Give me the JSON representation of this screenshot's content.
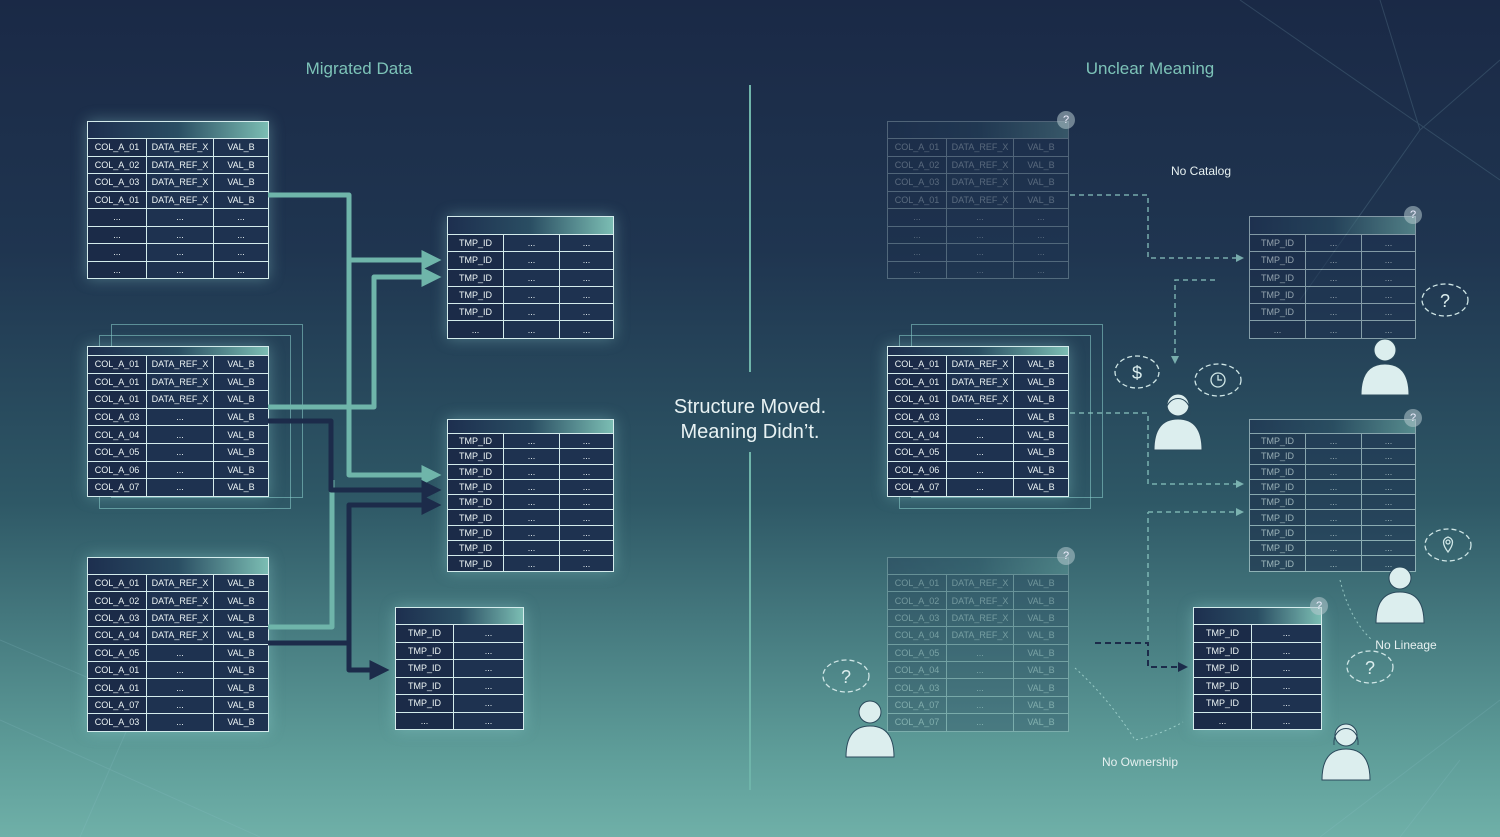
{
  "headings": {
    "left": "Migrated Data",
    "right": "Unclear Meaning"
  },
  "center": {
    "line1": "Structure Moved.",
    "line2": "Meaning Didn’t."
  },
  "notes": {
    "catalog": "No Catalog",
    "lineage": "No Lineage",
    "ownership": "No Ownership"
  },
  "question_mark": "?",
  "colors": {
    "teal_flow": "#6fb5aa",
    "dark_flow": "#1c2b4a",
    "accent_text": "#7dc3b8"
  },
  "tables": [
    {
      "id": "src1",
      "rows": [
        [
          "COL_A_01",
          "DATA_REF_X",
          "VAL_B"
        ],
        [
          "COL_A_02",
          "DATA_REF_X",
          "VAL_B"
        ],
        [
          "COL_A_03",
          "DATA_REF_X",
          "VAL_B"
        ],
        [
          "COL_A_01",
          "DATA_REF_X",
          "VAL_B"
        ],
        [
          "...",
          "...",
          "..."
        ],
        [
          "...",
          "...",
          "..."
        ],
        [
          "...",
          "...",
          "..."
        ],
        [
          "...",
          "...",
          "..."
        ]
      ]
    },
    {
      "id": "src2",
      "rows": [
        [
          "COL_A_01",
          "DATA_REF_X",
          "VAL_B"
        ],
        [
          "COL_A_01",
          "DATA_REF_X",
          "VAL_B"
        ],
        [
          "COL_A_01",
          "DATA_REF_X",
          "VAL_B"
        ],
        [
          "COL_A_03",
          "...",
          "VAL_B"
        ],
        [
          "COL_A_04",
          "...",
          "VAL_B"
        ],
        [
          "COL_A_05",
          "...",
          "VAL_B"
        ],
        [
          "COL_A_06",
          "...",
          "VAL_B"
        ],
        [
          "COL_A_07",
          "...",
          "VAL_B"
        ]
      ]
    },
    {
      "id": "src3",
      "rows": [
        [
          "COL_A_01",
          "DATA_REF_X",
          "VAL_B"
        ],
        [
          "COL_A_02",
          "DATA_REF_X",
          "VAL_B"
        ],
        [
          "COL_A_03",
          "DATA_REF_X",
          "VAL_B"
        ],
        [
          "COL_A_04",
          "DATA_REF_X",
          "VAL_B"
        ],
        [
          "COL_A_05",
          "...",
          "VAL_B"
        ],
        [
          "COL_A_01",
          "...",
          "VAL_B"
        ],
        [
          "COL_A_01",
          "...",
          "VAL_B"
        ],
        [
          "COL_A_07",
          "...",
          "VAL_B"
        ],
        [
          "COL_A_03",
          "...",
          "VAL_B"
        ]
      ]
    },
    {
      "id": "dst1",
      "rows": [
        [
          "TMP_ID",
          "...",
          "..."
        ],
        [
          "TMP_ID",
          "...",
          "..."
        ],
        [
          "TMP_ID",
          "...",
          "..."
        ],
        [
          "TMP_ID",
          "...",
          "..."
        ],
        [
          "TMP_ID",
          "...",
          "..."
        ],
        [
          "...",
          "...",
          "..."
        ]
      ]
    },
    {
      "id": "dst2",
      "rows": [
        [
          "TMP_ID",
          "...",
          "..."
        ],
        [
          "TMP_ID",
          "...",
          "..."
        ],
        [
          "TMP_ID",
          "...",
          "..."
        ],
        [
          "TMP_ID",
          "...",
          "..."
        ],
        [
          "TMP_ID",
          "...",
          "..."
        ],
        [
          "TMP_ID",
          "...",
          "..."
        ],
        [
          "TMP_ID",
          "...",
          "..."
        ],
        [
          "TMP_ID",
          "...",
          "..."
        ],
        [
          "TMP_ID",
          "...",
          "..."
        ]
      ]
    },
    {
      "id": "dst3",
      "rows": [
        [
          "TMP_ID",
          "..."
        ],
        [
          "TMP_ID",
          "..."
        ],
        [
          "TMP_ID",
          "..."
        ],
        [
          "TMP_ID",
          "..."
        ],
        [
          "TMP_ID",
          "..."
        ],
        [
          "...",
          "..."
        ]
      ]
    },
    {
      "id": "r_src1",
      "rows": [
        [
          "COL_A_01",
          "DATA_REF_X",
          "VAL_B"
        ],
        [
          "COL_A_02",
          "DATA_REF_X",
          "VAL_B"
        ],
        [
          "COL_A_03",
          "DATA_REF_X",
          "VAL_B"
        ],
        [
          "COL_A_01",
          "DATA_REF_X",
          "VAL_B"
        ],
        [
          "...",
          "...",
          "..."
        ],
        [
          "...",
          "...",
          "..."
        ],
        [
          "...",
          "...",
          "..."
        ],
        [
          "...",
          "...",
          "..."
        ]
      ]
    },
    {
      "id": "r_src2",
      "rows": [
        [
          "COL_A_01",
          "DATA_REF_X",
          "VAL_B"
        ],
        [
          "COL_A_01",
          "DATA_REF_X",
          "VAL_B"
        ],
        [
          "COL_A_01",
          "DATA_REF_X",
          "VAL_B"
        ],
        [
          "COL_A_03",
          "...",
          "VAL_B"
        ],
        [
          "COL_A_04",
          "...",
          "VAL_B"
        ],
        [
          "COL_A_05",
          "...",
          "VAL_B"
        ],
        [
          "COL_A_06",
          "...",
          "VAL_B"
        ],
        [
          "COL_A_07",
          "...",
          "VAL_B"
        ]
      ]
    },
    {
      "id": "r_src3",
      "rows": [
        [
          "COL_A_01",
          "DATA_REF_X",
          "VAL_B"
        ],
        [
          "COL_A_02",
          "DATA_REF_X",
          "VAL_B"
        ],
        [
          "COL_A_03",
          "DATA_REF_X",
          "VAL_B"
        ],
        [
          "COL_A_04",
          "DATA_REF_X",
          "VAL_B"
        ],
        [
          "COL_A_05",
          "...",
          "VAL_B"
        ],
        [
          "COL_A_04",
          "...",
          "VAL_B"
        ],
        [
          "COL_A_03",
          "...",
          "VAL_B"
        ],
        [
          "COL_A_07",
          "...",
          "VAL_B"
        ],
        [
          "COL_A_07",
          "...",
          "VAL_B"
        ]
      ]
    },
    {
      "id": "r_dst1",
      "rows": [
        [
          "TMP_ID",
          "...",
          "..."
        ],
        [
          "TMP_ID",
          "...",
          "..."
        ],
        [
          "TMP_ID",
          "...",
          "..."
        ],
        [
          "TMP_ID",
          "...",
          "..."
        ],
        [
          "TMP_ID",
          "...",
          "..."
        ],
        [
          "...",
          "...",
          "..."
        ]
      ]
    },
    {
      "id": "r_dst2",
      "rows": [
        [
          "TMP_ID",
          "...",
          "..."
        ],
        [
          "TMP_ID",
          "...",
          "..."
        ],
        [
          "TMP_ID",
          "...",
          "..."
        ],
        [
          "TMP_ID",
          "...",
          "..."
        ],
        [
          "TMP_ID",
          "...",
          "..."
        ],
        [
          "TMP_ID",
          "...",
          "..."
        ],
        [
          "TMP_ID",
          "...",
          "..."
        ],
        [
          "TMP_ID",
          "...",
          "..."
        ],
        [
          "TMP_ID",
          "...",
          "..."
        ]
      ]
    },
    {
      "id": "r_dst3",
      "rows": [
        [
          "TMP_ID",
          "..."
        ],
        [
          "TMP_ID",
          "..."
        ],
        [
          "TMP_ID",
          "..."
        ],
        [
          "TMP_ID",
          "..."
        ],
        [
          "TMP_ID",
          "..."
        ],
        [
          "...",
          "..."
        ]
      ]
    }
  ],
  "thought_bubbles": [
    "question-icon",
    "dollar-icon",
    "clock-icon",
    "location-pin-icon",
    "question-icon",
    "question-icon"
  ],
  "dollar_symbol": "$"
}
